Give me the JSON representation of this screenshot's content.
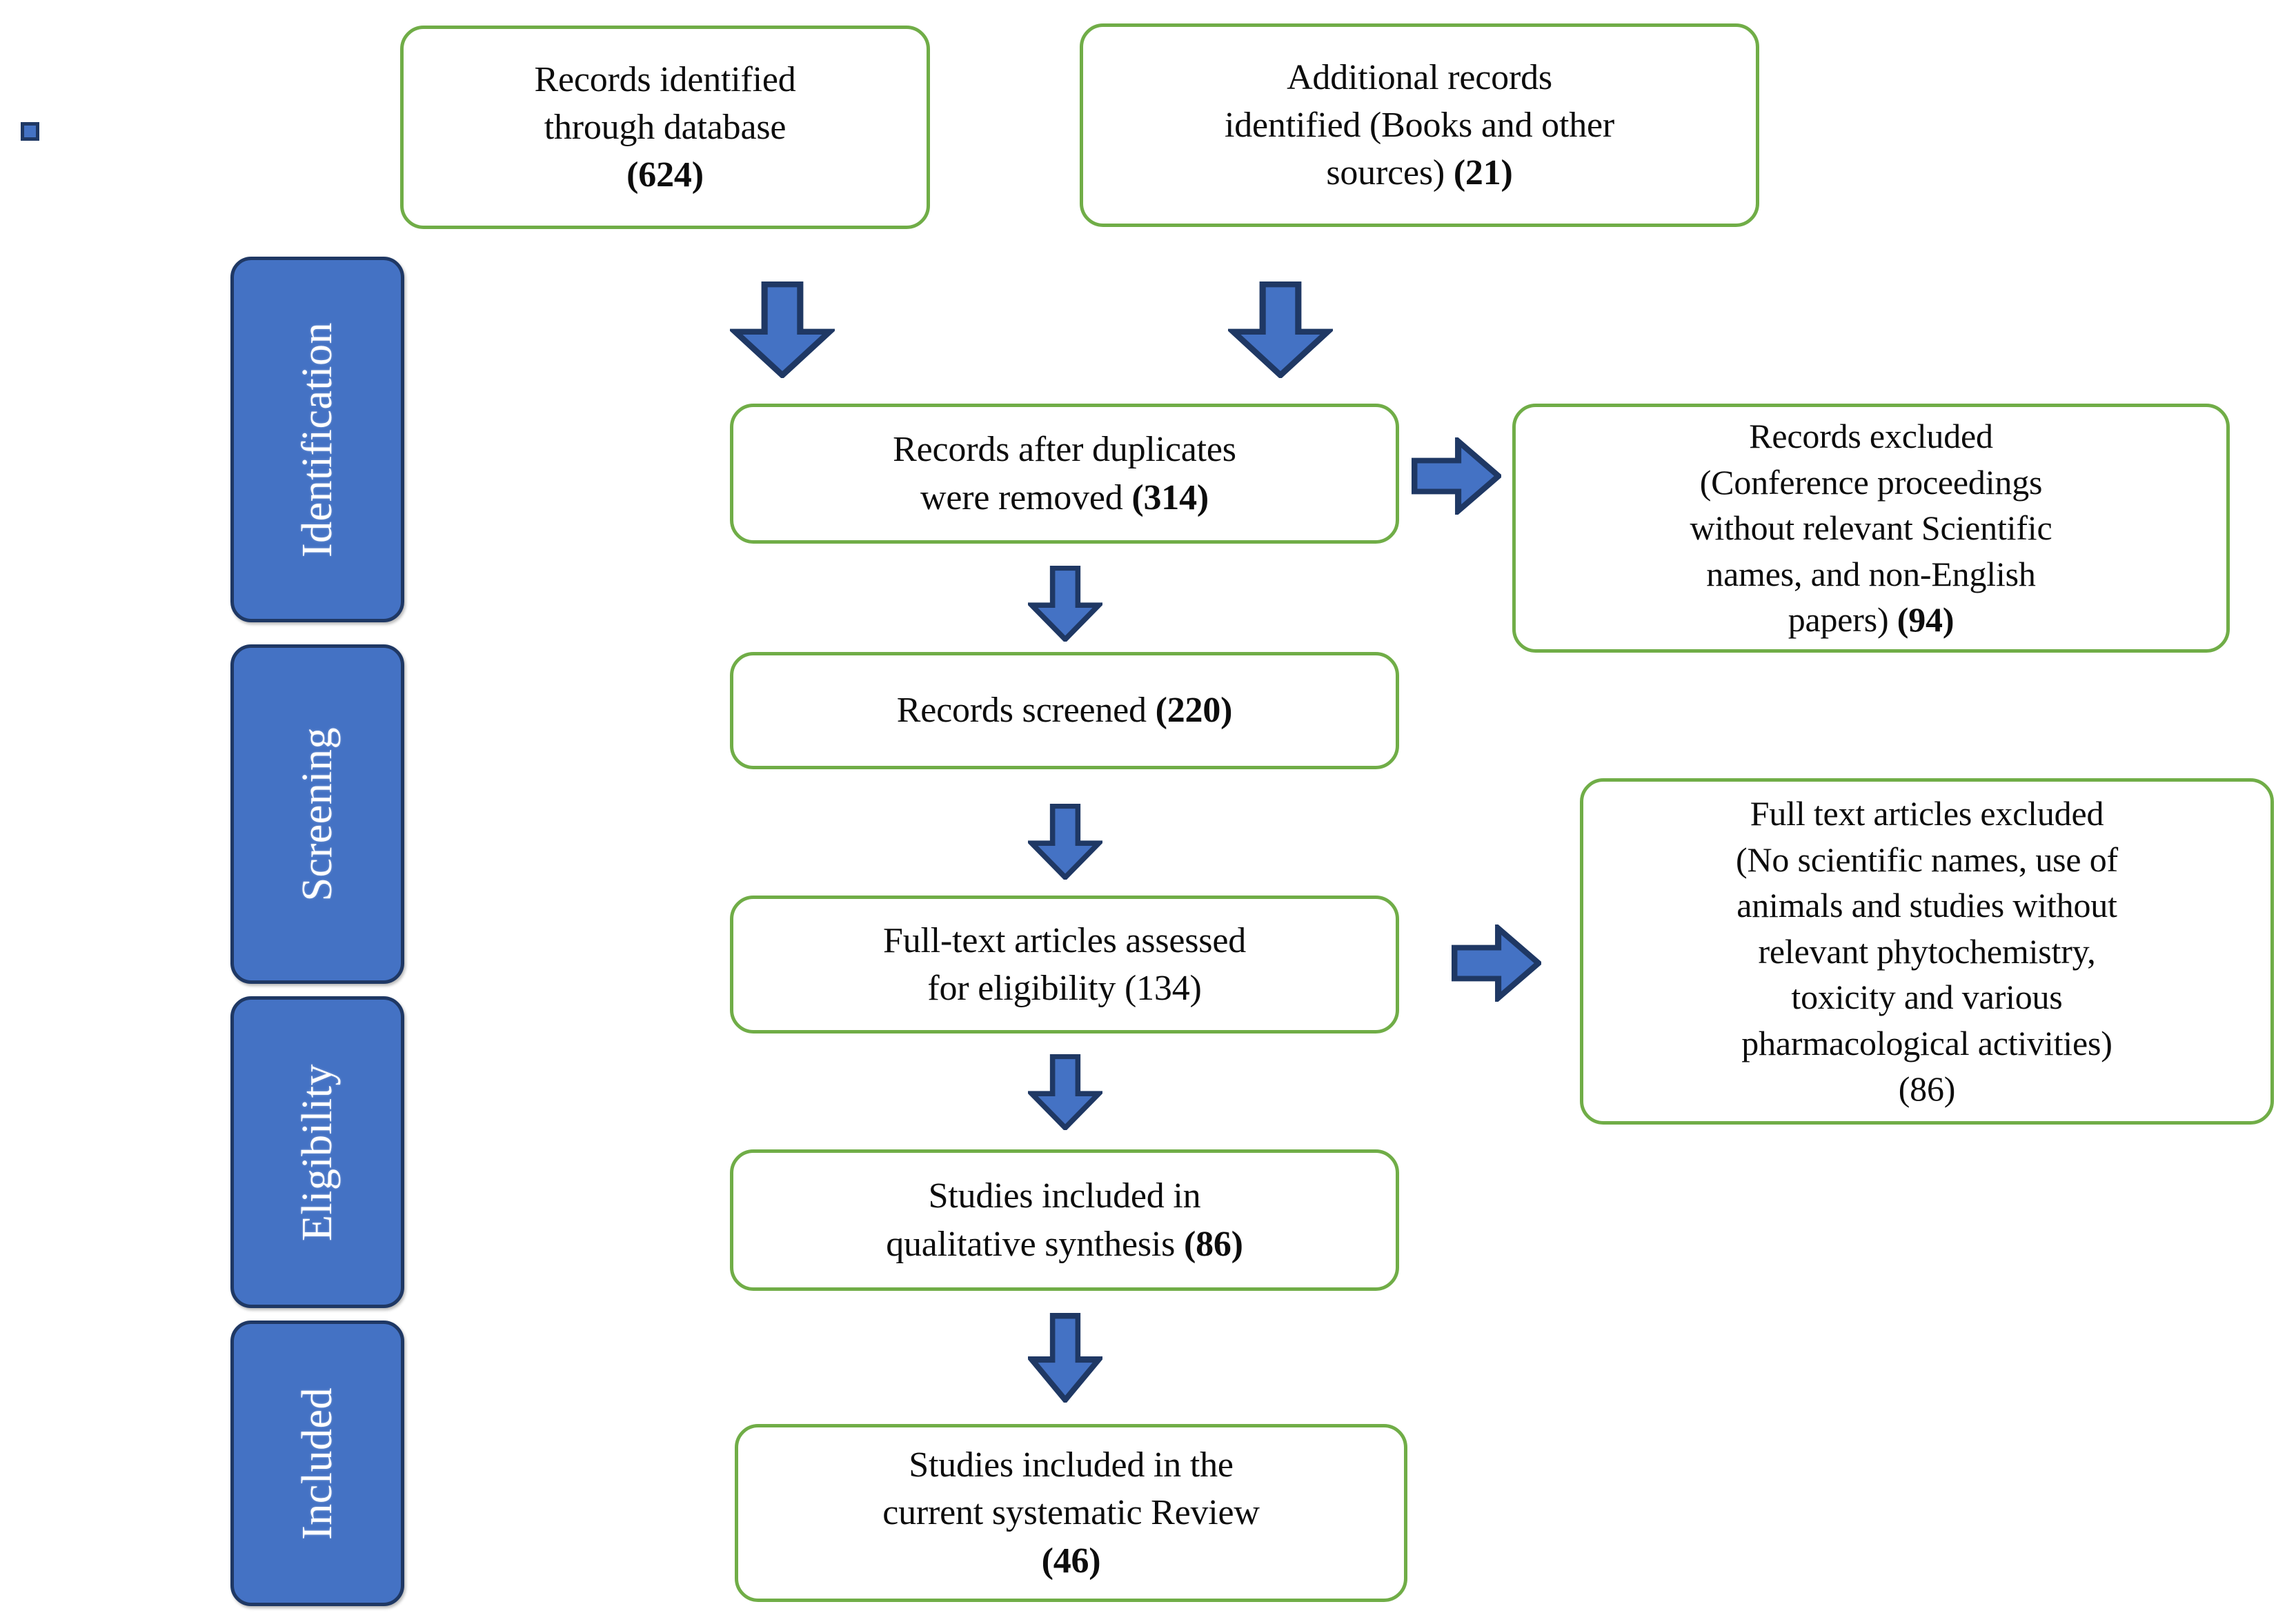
{
  "diagram": {
    "title": "PRISMA study selection flow diagram",
    "colors": {
      "box_border_green": "#70AD47",
      "stage_fill_blue": "#4472C4",
      "stage_border_navy": "#1F3864",
      "arrow_fill_blue": "#4472C4",
      "arrow_border_navy": "#1F3864",
      "box_fill": "#FFFFFF",
      "text_color": "#0D0D0D",
      "stage_text_color": "#FFFFFF"
    }
  },
  "stages": [
    {
      "label": "Identification"
    },
    {
      "label": "Screening"
    },
    {
      "label": "Eligibility"
    },
    {
      "label": "Included"
    }
  ],
  "boxes": {
    "records_database": {
      "line1": "Records identified",
      "line2": "through database",
      "count": "(624)"
    },
    "records_additional": {
      "line1": "Additional records",
      "line2": "identified (Books and other",
      "line3_prefix": "sources) ",
      "count": "(21)"
    },
    "duplicates_removed": {
      "line1": "Records after duplicates",
      "line2_prefix": "were removed ",
      "count": "(314)"
    },
    "records_excluded": {
      "line1": "Records excluded",
      "line2": "(Conference proceedings",
      "line3": "without relevant Scientific",
      "line4": "names, and non-English",
      "line5_prefix": "papers) ",
      "count": "(94)"
    },
    "records_screened": {
      "line1_prefix": "Records screened ",
      "count": "(220)"
    },
    "fulltext_assessed": {
      "line1": "Full-text articles assessed",
      "line2": "for eligibility (134)"
    },
    "fulltext_excluded": {
      "line1": "Full text articles excluded",
      "line2": "(No scientific names, use of",
      "line3": "animals and studies without",
      "line4": "relevant phytochemistry,",
      "line5": "toxicity and various",
      "line6": "pharmacological activities)",
      "count": "(86)"
    },
    "qualitative_synthesis": {
      "line1": "Studies included in",
      "line2_prefix": "qualitative synthesis ",
      "count": "(86)"
    },
    "current_review": {
      "line1": "Studies included in the",
      "line2": "current systematic Review",
      "count": "(46)"
    }
  },
  "arrows": [
    {
      "name": "arrow-db-to-duplicates",
      "direction": "down"
    },
    {
      "name": "arrow-additional-to-duplicates",
      "direction": "down"
    },
    {
      "name": "arrow-duplicates-to-excluded",
      "direction": "right"
    },
    {
      "name": "arrow-duplicates-to-screened",
      "direction": "down"
    },
    {
      "name": "arrow-screened-to-fulltext",
      "direction": "down"
    },
    {
      "name": "arrow-fulltext-to-excluded",
      "direction": "right"
    },
    {
      "name": "arrow-fulltext-to-qualitative",
      "direction": "down"
    },
    {
      "name": "arrow-qualitative-to-review",
      "direction": "down"
    }
  ]
}
